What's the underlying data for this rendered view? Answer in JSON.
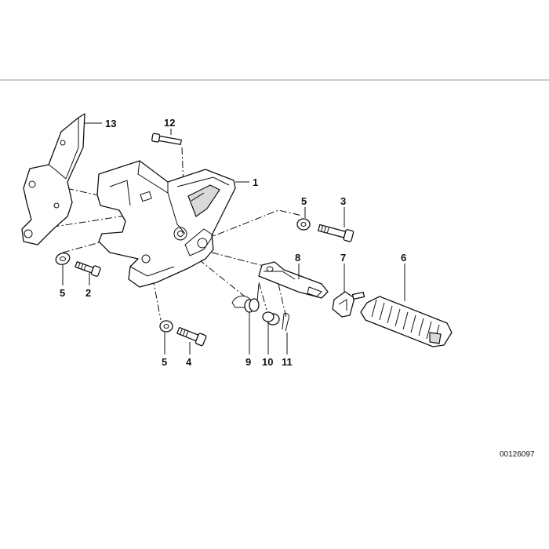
{
  "document_number": "00126097",
  "callouts": {
    "p1": "1",
    "p2": "2",
    "p3": "3",
    "p4": "4",
    "p5a": "5",
    "p5b": "5",
    "p5c": "5",
    "p6": "6",
    "p7": "7",
    "p8": "8",
    "p9": "9",
    "p10": "10",
    "p11": "11",
    "p12": "12",
    "p13": "13"
  },
  "colors": {
    "line": "#111111",
    "rule": "#9a9a9a",
    "background": "#ffffff"
  }
}
